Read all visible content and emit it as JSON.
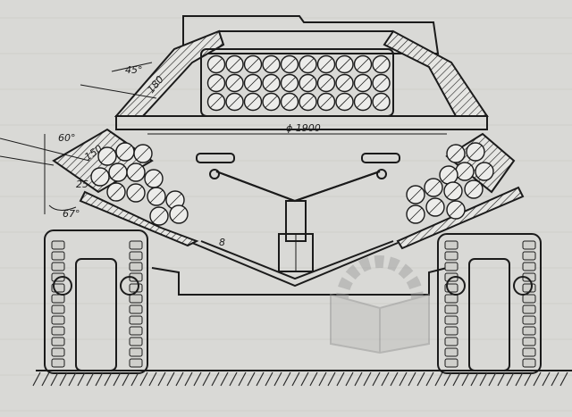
{
  "dimensions": {
    "roof_angle": "45°",
    "roof_thickness": "180",
    "turret_width": "ϕ 1900",
    "side_upper_angle": "60°",
    "side_thickness": "150",
    "side_lower_angle": "67°",
    "side_small": "25",
    "hull_floor": "8"
  },
  "colors": {
    "paper": "#d9d9d6",
    "ink": "#1b1b1b",
    "watermark": "#9a9a9a"
  }
}
